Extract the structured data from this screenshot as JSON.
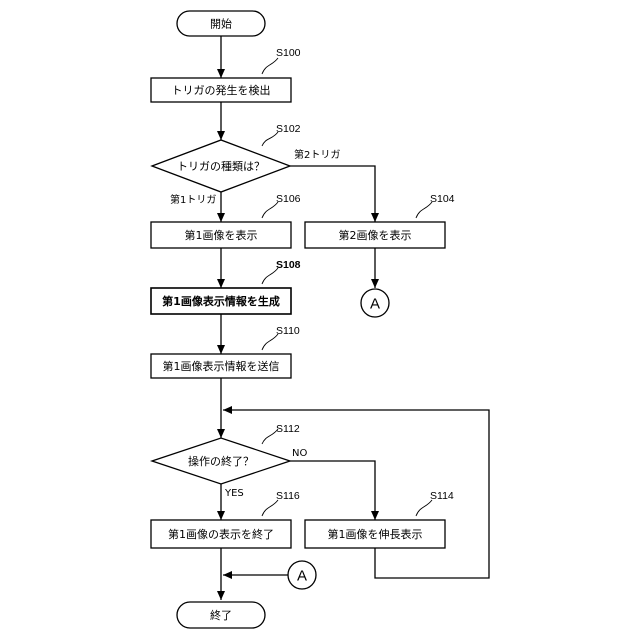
{
  "nodes": {
    "start": {
      "text": "開始"
    },
    "s100": {
      "step": "S100",
      "text": "トリガの発生を検出"
    },
    "s102": {
      "step": "S102",
      "text": "トリガの種類は？"
    },
    "s104": {
      "step": "S104",
      "text": "第2画像を表示"
    },
    "s106": {
      "step": "S106",
      "text": "第1画像を表示"
    },
    "s108": {
      "step": "S108",
      "text": "第1画像表示情報を生成"
    },
    "s110": {
      "step": "S110",
      "text": "第1画像表示情報を送信"
    },
    "s112": {
      "step": "S112",
      "text": "操作の終了？"
    },
    "s114": {
      "step": "S114",
      "text": "第1画像を伸長表示"
    },
    "s116": {
      "step": "S116",
      "text": "第1画像の表示を終了"
    },
    "end": {
      "text": "終了"
    },
    "connector_a1": {
      "text": "A"
    },
    "connector_a2": {
      "text": "A"
    }
  },
  "edges": {
    "s102_first": "第1トリガ",
    "s102_second": "第2トリガ",
    "s112_yes": "YES",
    "s112_no": "NO"
  }
}
